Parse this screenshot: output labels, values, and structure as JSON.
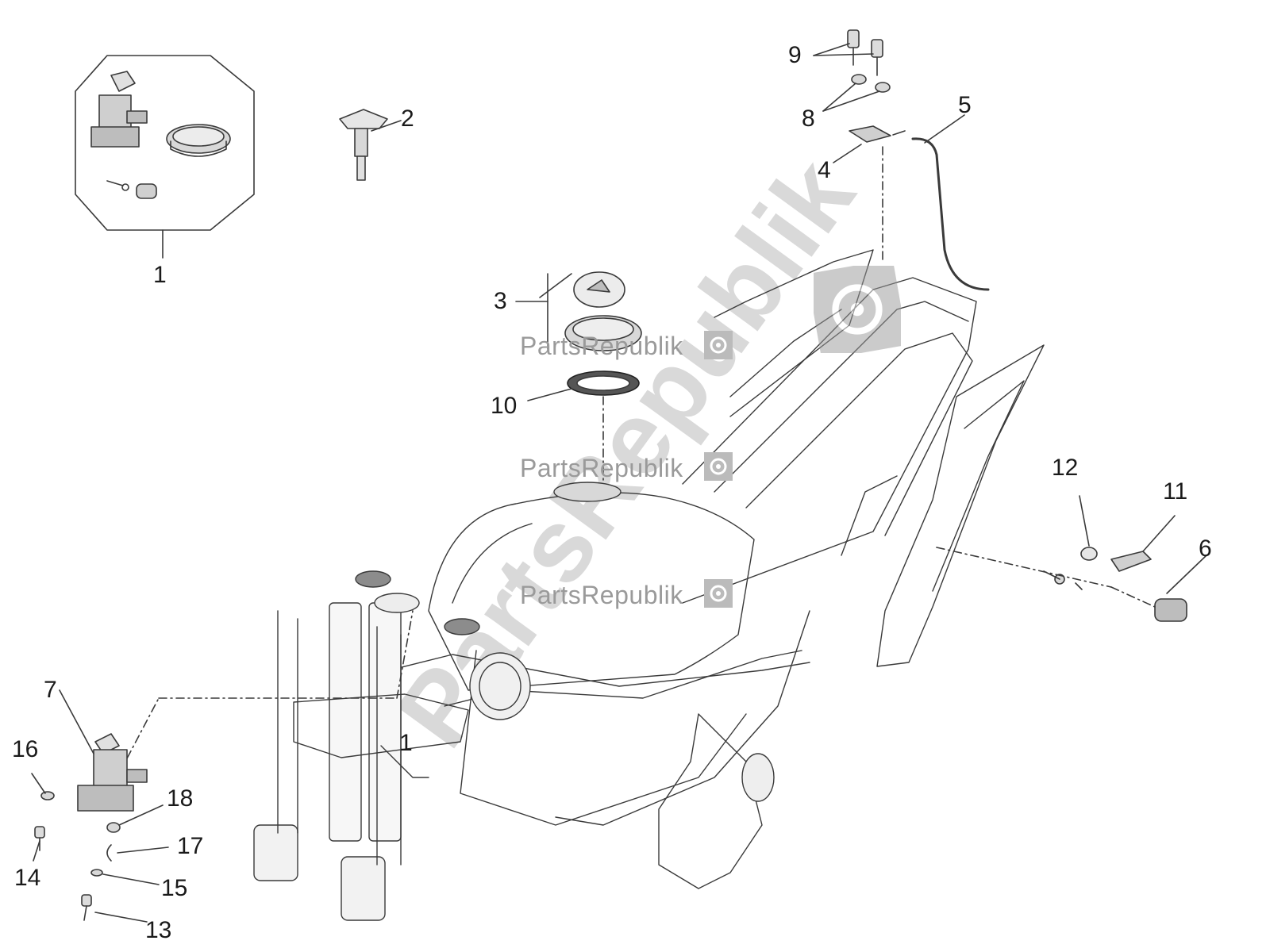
{
  "callouts": {
    "c1": "1",
    "c1b": "1",
    "c2": "2",
    "c3": "3",
    "c4": "4",
    "c5": "5",
    "c6": "6",
    "c7": "7",
    "c8": "8",
    "c9": "9",
    "c10": "10",
    "c11": "11",
    "c12": "12",
    "c13": "13",
    "c14": "14",
    "c15": "15",
    "c16": "16",
    "c17": "17",
    "c18": "18"
  },
  "watermark": {
    "small": "PartsRepublik",
    "big": "PartsRepublik",
    "logo_icon": "gear-icon"
  },
  "colors": {
    "line": "#3a3a3a",
    "part_fill": "#bdbdbd",
    "watermark": "#9a9a9a"
  }
}
